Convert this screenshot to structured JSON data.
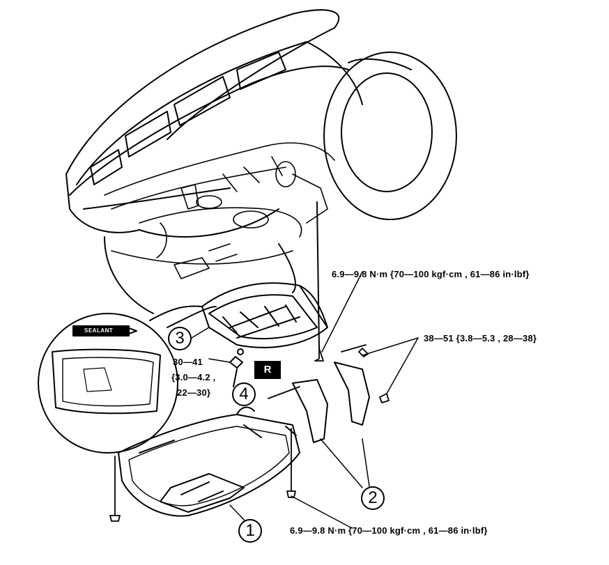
{
  "labels": {
    "torque_top": "6.9—9.8 N·m {70—100 kgf·cm , 61—86 in·lbf}",
    "torque_bracket": "38—51 {3.8—5.3 , 28—38}",
    "torque_drain_line1": "30—41",
    "torque_drain_line2": "{3.0—4.2 ,",
    "torque_drain_line3": "22—30}",
    "torque_bottom": "6.9—9.8 N·m {70—100 kgf·cm , 61—86 in·lbf}",
    "replace_badge": "R",
    "sealant_tube": "SEALANT"
  },
  "callouts": {
    "c1": "1",
    "c2": "2",
    "c3": "3",
    "c4": "4"
  }
}
